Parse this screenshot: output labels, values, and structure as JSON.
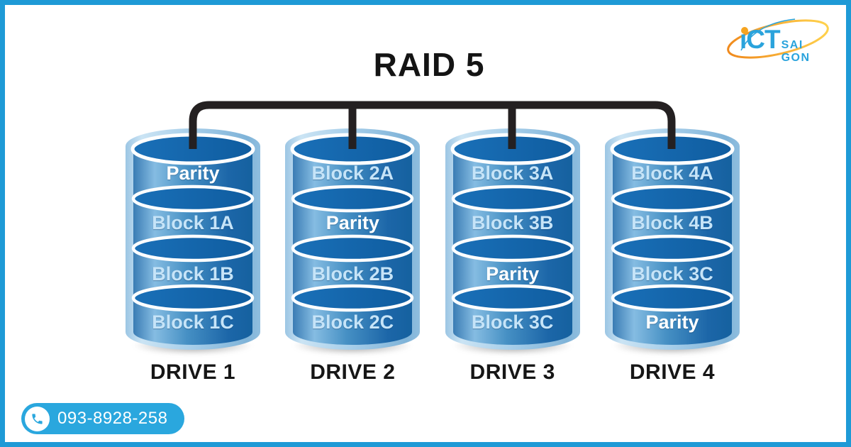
{
  "title": "RAID 5",
  "logo": {
    "part_i": "i",
    "part_ct": "CT",
    "part_rest": "SAI GON",
    "blue": "#2AA3DC",
    "orange": "#F6A41F",
    "swoosh_icon": "orbit-swoosh-icon"
  },
  "diagram": {
    "cable_color": "#242021",
    "drives": [
      {
        "name": "DRIVE 1",
        "segments": [
          {
            "label": "Parity",
            "type": "parity"
          },
          {
            "label": "Block 1A",
            "type": "block"
          },
          {
            "label": "Block 1B",
            "type": "block"
          },
          {
            "label": "Block 1C",
            "type": "block"
          }
        ]
      },
      {
        "name": "DRIVE 2",
        "segments": [
          {
            "label": "Block 2A",
            "type": "block"
          },
          {
            "label": "Parity",
            "type": "parity"
          },
          {
            "label": "Block 2B",
            "type": "block"
          },
          {
            "label": "Block 2C",
            "type": "block"
          }
        ]
      },
      {
        "name": "DRIVE 3",
        "segments": [
          {
            "label": "Block 3A",
            "type": "block"
          },
          {
            "label": "Block 3B",
            "type": "block"
          },
          {
            "label": "Parity",
            "type": "parity"
          },
          {
            "label": "Block 3C",
            "type": "block"
          }
        ]
      },
      {
        "name": "DRIVE 4",
        "segments": [
          {
            "label": "Block 4A",
            "type": "block"
          },
          {
            "label": "Block 4B",
            "type": "block"
          },
          {
            "label": "Block 3C",
            "type": "block"
          },
          {
            "label": "Parity",
            "type": "parity"
          }
        ]
      }
    ]
  },
  "contact": {
    "phone": "093-8928-258",
    "icon": "phone-icon",
    "pill_color": "#2AA7DE"
  },
  "colors": {
    "border": "#1E9AD6",
    "background": "#FFFFFF",
    "cylinder_top": "#1464AB",
    "cylinder_casing": "#A9D0EA",
    "block_text": "#C6E4F8",
    "parity_text": "#FFFFFF",
    "title_text": "#141414"
  }
}
